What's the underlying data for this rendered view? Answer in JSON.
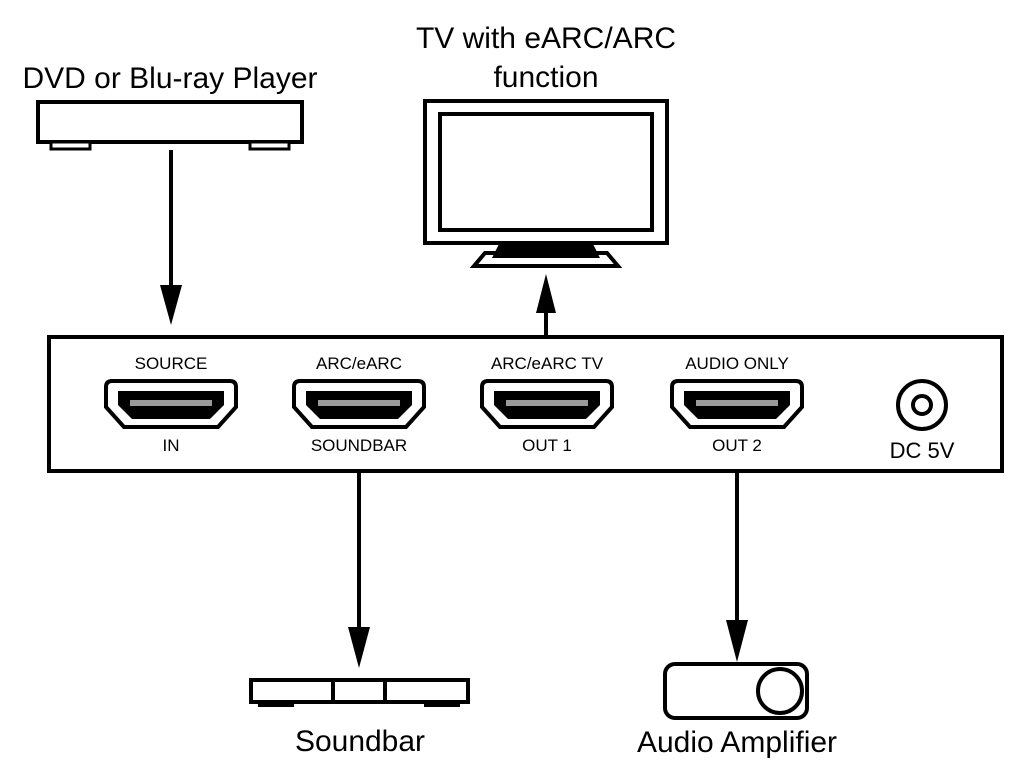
{
  "devices": {
    "player": {
      "label": "DVD or Blu-ray Player"
    },
    "tv": {
      "label_line1": "TV with eARC/ARC",
      "label_line2": "function"
    },
    "soundbar": {
      "label": "Soundbar"
    },
    "amplifier": {
      "label": "Audio Amplifier"
    }
  },
  "hub": {
    "ports": [
      {
        "top": "SOURCE",
        "bottom": "IN"
      },
      {
        "top": "ARC/eARC",
        "bottom": "SOUNDBAR"
      },
      {
        "top": "ARC/eARC TV",
        "bottom": "OUT 1"
      },
      {
        "top": "AUDIO ONLY",
        "bottom": "OUT 2"
      }
    ],
    "power": {
      "label": "DC 5V"
    }
  },
  "connections": [
    {
      "from": "DVD or Blu-ray Player",
      "to": "SOURCE IN"
    },
    {
      "from": "ARC/eARC TV OUT 1",
      "to": "TV with eARC/ARC function"
    },
    {
      "from": "ARC/eARC SOUNDBAR",
      "to": "Soundbar"
    },
    {
      "from": "AUDIO ONLY OUT 2",
      "to": "Audio Amplifier"
    }
  ],
  "colors": {
    "stroke": "#000000",
    "background": "#ffffff",
    "pins": "#9a9a9a"
  }
}
